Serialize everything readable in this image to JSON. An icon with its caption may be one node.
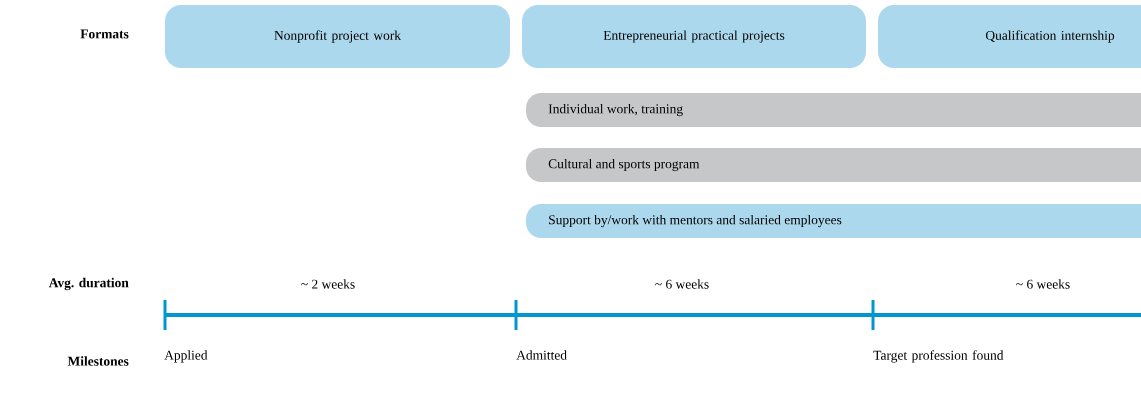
{
  "diagram": {
    "nodes": [
      {
        "text": [
          "Nonprofit project work"
        ]
      },
      {
        "text": [
          "Entrepreneurial practical projects"
        ]
      },
      {
        "text": [
          "Qualification internship"
        ]
      },
      {
        "text": [
          "Individual work, training"
        ]
      },
      {
        "text": [
          "Cultural and sports program"
        ]
      },
      {
        "text": [
          "Support by/work with mentors and salaried employees"
        ]
      }
    ],
    "edges": [],
    "labels": [
      "Formats",
      "Avg. duration",
      "~ 2 weeks",
      "~ 6 weeks",
      "~ 6 weeks",
      "Milestones",
      "Applied",
      "Admitted",
      "Target profession found"
    ]
  }
}
